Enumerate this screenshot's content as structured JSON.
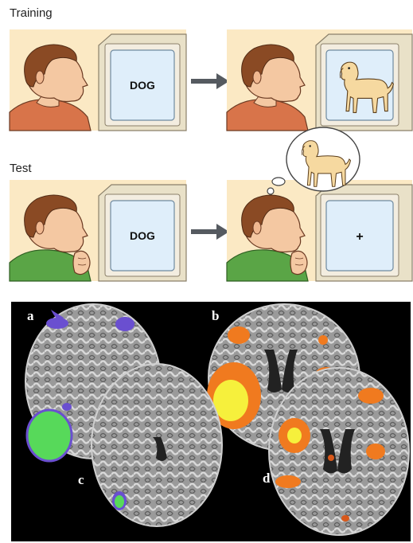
{
  "sections": {
    "training_label": "Training",
    "test_label": "Test"
  },
  "screens": {
    "training_cue": "DOG",
    "test_cue": "DOG",
    "test_fixation": "+"
  },
  "icons": {
    "arrow": "right-arrow-icon",
    "thought": "thought-bubble-icon",
    "dog": "dog-icon",
    "head": "person-head-icon"
  },
  "colors": {
    "panel_background": "#fbe9c4",
    "training_shirt": "#d8744a",
    "test_shirt": "#5aa546",
    "skin": "#f4c8a2",
    "hair": "#8a4a24",
    "screen": "#dfeefa",
    "monitor_frame": "#e9e1c8",
    "arrow": "#555a60",
    "activation_blue": "#6a4fd0",
    "activation_green": "#57d95a",
    "activation_orange": "#f07a1f",
    "activation_yellow": "#f6f03c"
  },
  "brain_panels": {
    "a": "a",
    "b": "b",
    "c": "c",
    "d": "d"
  }
}
